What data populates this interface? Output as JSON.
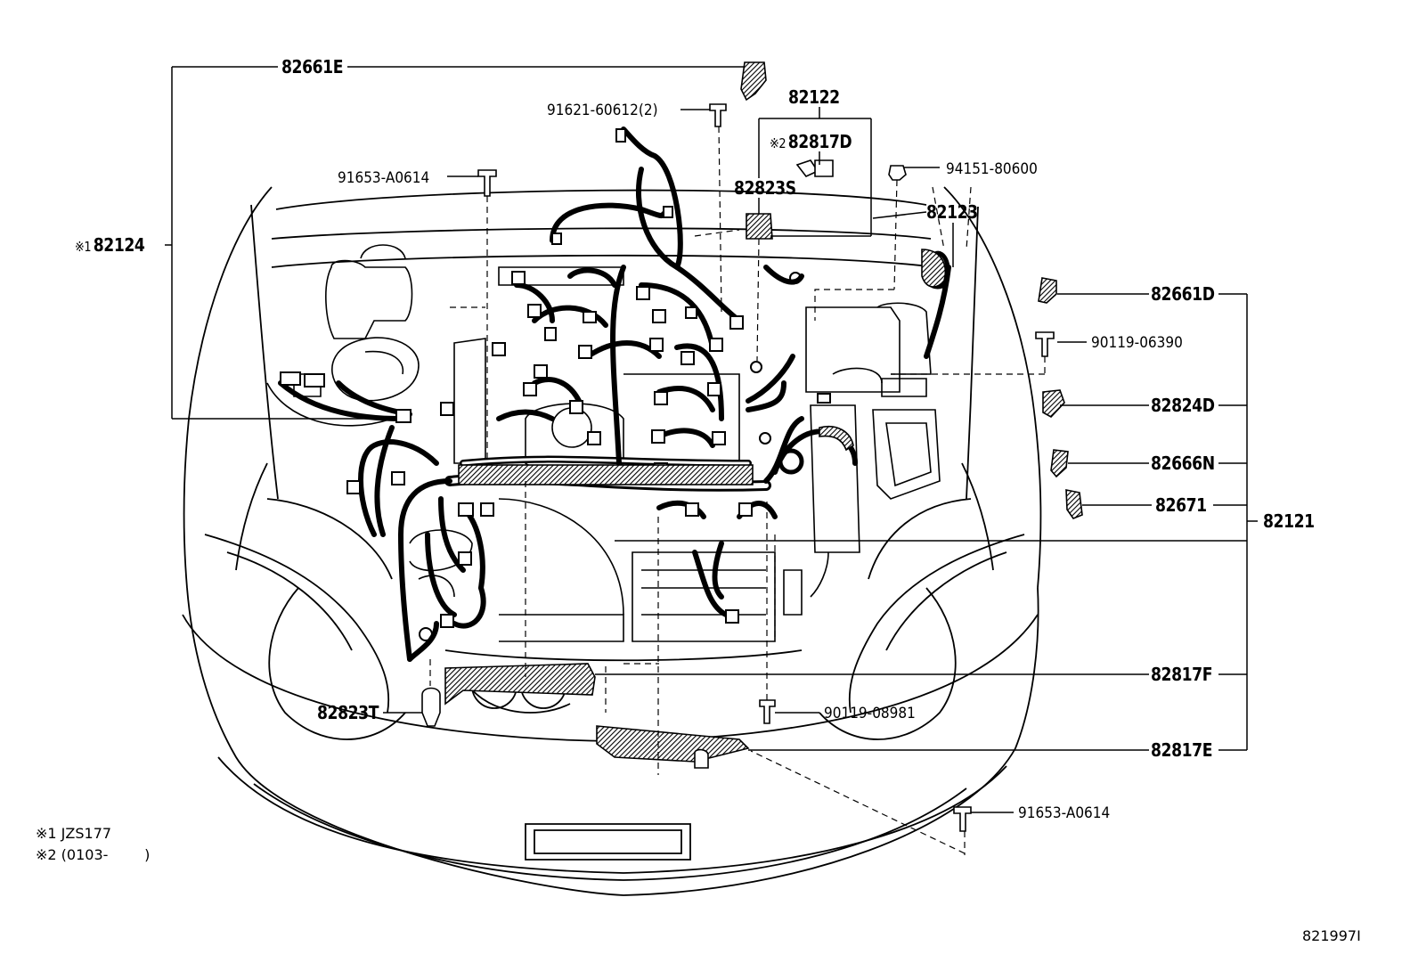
{
  "labels": {
    "p82661E": "82661E",
    "p91621": "91621-60612(2)",
    "p82122": "82122",
    "p82817D": "82817D",
    "p82823S": "82823S",
    "p94151": "94151-80600",
    "p82123": "82123",
    "p91653a": "91653-A0614",
    "p82124": "82124",
    "p82661D": "82661D",
    "p90119a": "90119-06390",
    "p82824D": "82824D",
    "p82666N": "82666N",
    "p82671": "82671",
    "p82121": "82121",
    "p82817F": "82817F",
    "p82823T": "82823T",
    "p90119b": "90119-08981",
    "p82817E": "82817E",
    "p91653b": "91653-A0614"
  },
  "marks": {
    "m1": "※1",
    "m2": "※2"
  },
  "notes": {
    "n1": "※1 JZS177",
    "n2": "※2 (0103-        )"
  },
  "illustration_id": "821997I"
}
